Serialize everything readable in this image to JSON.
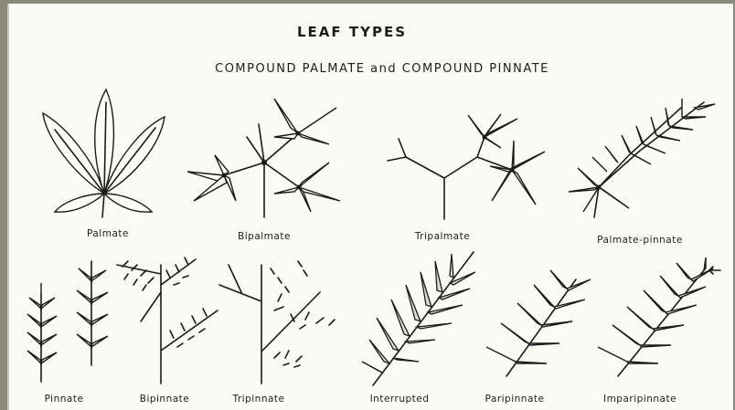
{
  "title": "LEAF TYPES",
  "subtitle": "COMPOUND PALMATE and COMPOUND PINNATE",
  "leaf_types": [
    {
      "id": "palmate",
      "label": "Palmate"
    },
    {
      "id": "bipalmate",
      "label": "Bipalmate"
    },
    {
      "id": "tripalmate",
      "label": "Tripalmate"
    },
    {
      "id": "palmate-pinnate",
      "label": "Palmate-pinnate"
    },
    {
      "id": "pinnate",
      "label": "Pinnate"
    },
    {
      "id": "bipinnate",
      "label": "Bipinnate"
    },
    {
      "id": "tripinnate",
      "label": "Tripinnate"
    },
    {
      "id": "interrupted",
      "label": "Interrupted"
    },
    {
      "id": "paripinnate",
      "label": "Paripinnate"
    },
    {
      "id": "imparipinnate",
      "label": "Imparipinnate"
    }
  ]
}
